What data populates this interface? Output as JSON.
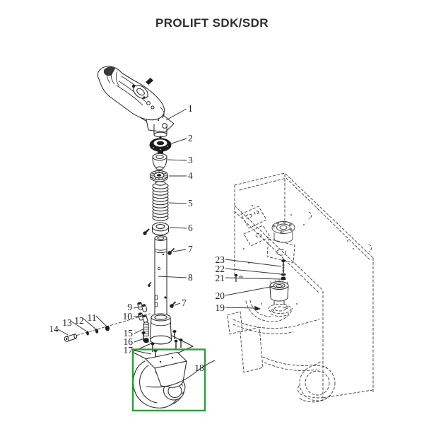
{
  "title": "PROLIFT SDK/SDR",
  "diagram": {
    "type": "exploded-parts-diagram",
    "ink_color": "#2a2a2a",
    "highlight": {
      "color": "#2E9B3E",
      "highlighted_part": "18"
    },
    "labels": [
      "1",
      "2",
      "3",
      "4",
      "5",
      "6",
      "7",
      "8",
      "7",
      "9",
      "10",
      "11",
      "12",
      "13",
      "14",
      "15",
      "16",
      "17",
      "18",
      "19",
      "20",
      "21",
      "22",
      "23"
    ]
  }
}
